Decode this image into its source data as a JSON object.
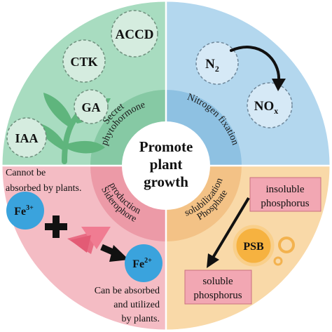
{
  "center": {
    "line1": "Promote",
    "line2": "plant",
    "line3": "growth"
  },
  "quadrants": {
    "phytohormone": {
      "ring_line1": "Secret",
      "ring_line2": "phytohormone",
      "hormones": [
        "ACCD",
        "CTK",
        "GA",
        "IAA"
      ],
      "color": "#a8dcc0",
      "ring_color": "#86c9a4"
    },
    "nitrogen": {
      "ring_label": "Nitrogen fixation",
      "n2_base": "N",
      "n2_sub": "2",
      "nox_base": "NO",
      "nox_sub": "x",
      "color": "#b3d7ee",
      "ring_color": "#8ec1e2"
    },
    "siderophore": {
      "ring_line1": "Siderophore",
      "ring_line2": "production",
      "note_top_line1": "Cannot be",
      "note_top_line2": "absorbed by plants.",
      "fe3_base": "Fe",
      "fe3_sup": "3+",
      "fe2_base": "Fe",
      "fe2_sup": "2+",
      "note_bottom_line1": "Can be absorbed",
      "note_bottom_line2": "and utilized",
      "note_bottom_line3": "by plants.",
      "color": "#f4bcc4",
      "ring_color": "#ec9aa7"
    },
    "phosphate": {
      "ring_line1": "Phosphate",
      "ring_line2": "solubilization",
      "insoluble_line1": "insoluble",
      "insoluble_line2": "phosphorus",
      "psb": "PSB",
      "soluble_line1": "soluble",
      "soluble_line2": "phosphorus",
      "color": "#f9d9a8",
      "ring_color": "#f3c286"
    }
  }
}
